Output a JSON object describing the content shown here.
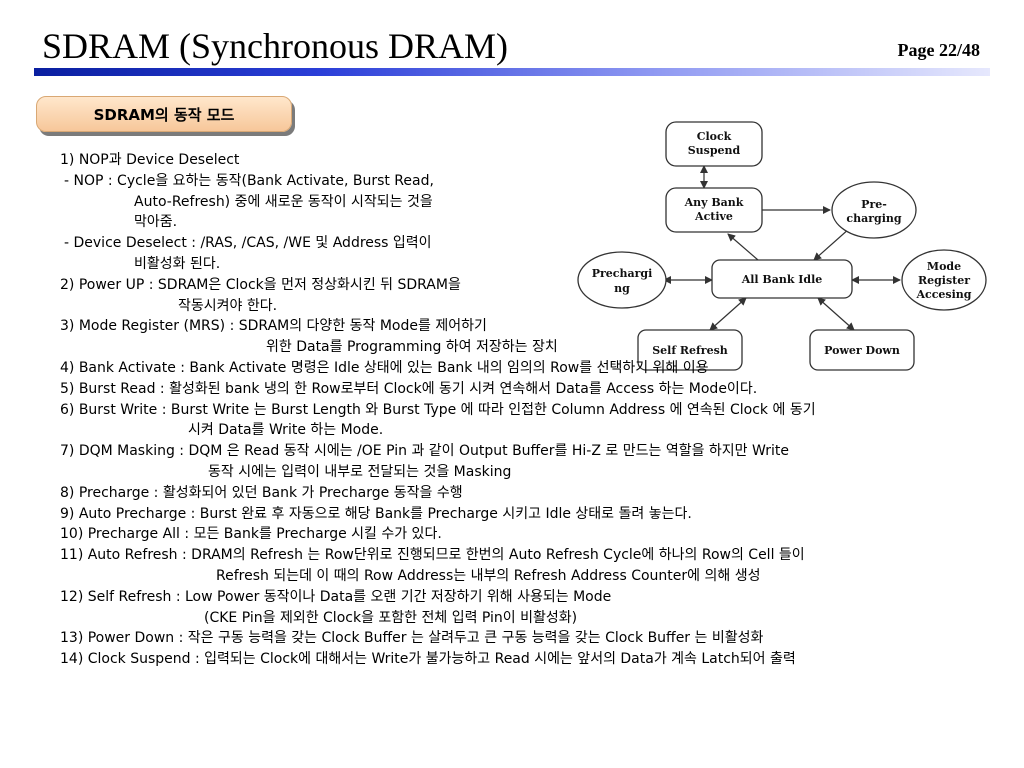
{
  "header": {
    "title": "SDRAM (Synchronous DRAM)",
    "page": "Page 22/48"
  },
  "section_label": "SDRAM의 동작 모드",
  "diagram": {
    "nodes": {
      "clock_suspend": [
        "Clock",
        "Suspend"
      ],
      "any_bank_active": [
        "Any Bank",
        "Active"
      ],
      "pre_charging": [
        "Pre-",
        "charging"
      ],
      "all_bank_idle": [
        "All Bank Idle"
      ],
      "prechargi_ng": [
        "Prechargi",
        "ng"
      ],
      "mode_register": [
        "Mode",
        "Register",
        "Accesing"
      ],
      "self_refresh": [
        "Self Refresh"
      ],
      "power_down": [
        "Power Down"
      ]
    }
  },
  "lines": [
    {
      "indent": 0,
      "text": "1) NOP과 Device Deselect"
    },
    {
      "indent": 4,
      "text": "- NOP : Cycle을 요하는 동작(Bank Activate, Burst Read,"
    },
    {
      "indent": 74,
      "text": "Auto-Refresh) 중에 새로운 동작이 시작되는 것을"
    },
    {
      "indent": 74,
      "text": "막아줌."
    },
    {
      "indent": 4,
      "text": "- Device Deselect : /RAS, /CAS, /WE 및 Address 입력이"
    },
    {
      "indent": 74,
      "text": "비활성화 된다."
    },
    {
      "indent": 0,
      "text": "2) Power UP : SDRAM은 Clock을 먼저 정상화시킨 뒤 SDRAM을"
    },
    {
      "indent": 118,
      "text": "작동시켜야 한다."
    },
    {
      "indent": 0,
      "text": "3) Mode Register (MRS) : SDRAM의 다양한 동작 Mode를 제어하기"
    },
    {
      "indent": 206,
      "text": "위한 Data를 Programming 하여 저장하는 장치"
    },
    {
      "indent": 0,
      "text": "4) Bank Activate : Bank Activate 명령은 Idle 상태에 있는 Bank 내의 임의의 Row를 선택하기 위해 이용"
    },
    {
      "indent": 0,
      "text": "5) Burst Read : 활성화된 bank 냉의 한 Row로부터 Clock에 동기 시켜 연속해서 Data를 Access 하는 Mode이다."
    },
    {
      "indent": 0,
      "text": "6) Burst Write : Burst Write 는 Burst Length 와 Burst Type 에 따라 인접한 Column Address 에 연속된 Clock 에 동기"
    },
    {
      "indent": 128,
      "text": "시켜 Data를 Write 하는 Mode."
    },
    {
      "indent": 0,
      "text": "7) DQM Masking : DQM 은 Read 동작 시에는 /OE Pin 과 같이 Output Buffer를 Hi-Z 로 만드는 역할을 하지만 Write"
    },
    {
      "indent": 148,
      "text": "동작 시에는 입력이 내부로 전달되는 것을 Masking"
    },
    {
      "indent": 0,
      "text": "8) Precharge : 활성화되어 있던 Bank 가 Precharge 동작을 수행"
    },
    {
      "indent": 0,
      "text": "9) Auto Precharge : Burst 완료 후 자동으로 해당 Bank를 Precharge 시키고 Idle 상태로 돌려 놓는다."
    },
    {
      "indent": 0,
      "text": "10) Precharge All : 모든 Bank를 Precharge 시킬 수가 있다."
    },
    {
      "indent": 0,
      "text": "11) Auto Refresh  : DRAM의 Refresh 는 Row단위로 진행되므로 한번의 Auto Refresh Cycle에 하나의 Row의 Cell 들이"
    },
    {
      "indent": 156,
      "text": "Refresh 되는데 이 때의 Row Address는 내부의 Refresh Address Counter에 의해 생성"
    },
    {
      "indent": 0,
      "text": "12) Self Refresh : Low Power 동작이나 Data를 오랜 기간 저장하기 위해 사용되는 Mode"
    },
    {
      "indent": 144,
      "text": "(CKE Pin을 제외한 Clock을 포함한 전체 입력 Pin이 비활성화)"
    },
    {
      "indent": 0,
      "text": "13) Power Down : 작은 구동 능력을 갖는 Clock Buffer 는 살려두고 큰 구동 능력을 갖는 Clock Buffer 는 비활성화"
    },
    {
      "indent": 0,
      "text": "14) Clock Suspend : 입력되는 Clock에 대해서는 Write가 불가능하고 Read 시에는 앞서의 Data가 계속 Latch되어 출력"
    }
  ]
}
